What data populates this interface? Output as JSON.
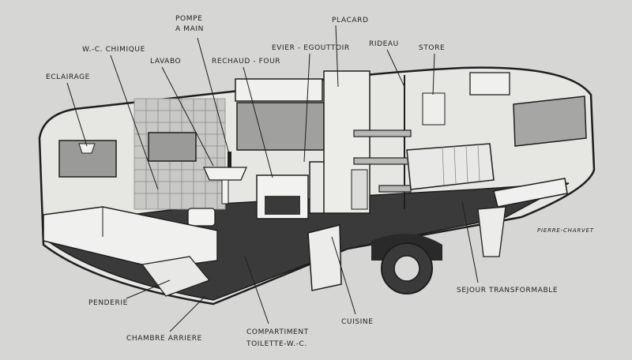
{
  "colors": {
    "background": "#d6d6d4",
    "ink": "#1e1e1e",
    "floor": "#3a3a3a",
    "shell": "#e6e6e3",
    "tile": "#bdbdbb",
    "window": "#9a9a98"
  },
  "labels": {
    "eclairage": "ECLAIRAGE",
    "wc_chimique": "W.-C. CHIMIQUE",
    "lavabo": "LAVABO",
    "pompe_line1": "POMPE",
    "pompe_line2": "A MAIN",
    "rechaud_four": "RECHAUD - FOUR",
    "evier": "EVIER - EGOUTTOIR",
    "placard": "PLACARD",
    "rideau": "RIDEAU",
    "store": "STORE",
    "penderie": "PENDERIE",
    "chambre": "CHAMBRE  ARRIERE",
    "compartiment_line1": "COMPARTIMENT",
    "compartiment_line2": "TOILETTE-W.-C.",
    "cuisine": "CUISINE",
    "sejour": "SEJOUR  TRANSFORMABLE"
  },
  "signature": "PIERRE-CHARVET"
}
